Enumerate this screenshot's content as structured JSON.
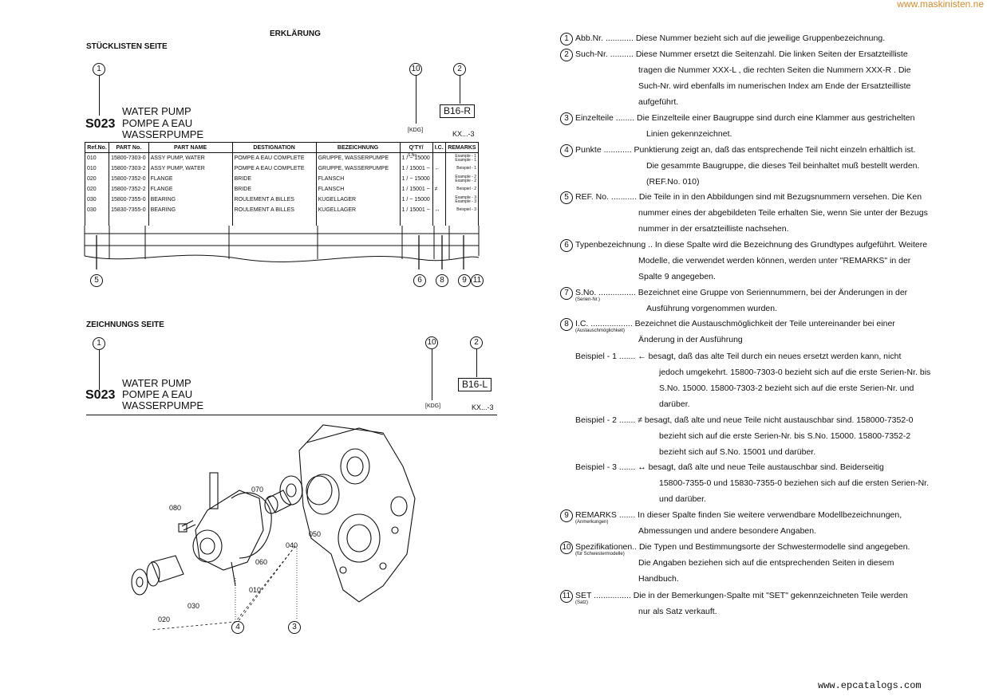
{
  "watermark_top": "www.maskinisten.ne",
  "watermark_bottom": "www.epcatalogs.com",
  "left": {
    "heading": "ERKLÄRUNG",
    "parts_section": "STÜCKLISTEN SEITE",
    "drawing_section": "ZEICHNUNGS SEITE",
    "block1": {
      "code": "S023",
      "names": [
        "WATER PUMP",
        "POMPE A EAU",
        "WASSERPUMPE"
      ],
      "page_label": "B16-R",
      "kdg": "[KDG]",
      "kx": "KX...-3"
    },
    "block2": {
      "code": "S023",
      "names": [
        "WATER PUMP",
        "POMPE A EAU",
        "WASSERPUMPE"
      ],
      "page_label": "B16-L",
      "kdg": "[KDG]",
      "kx": "KX...-3"
    },
    "table": {
      "headers": [
        "Ref.No.",
        "PART No.",
        "PART NAME",
        "DESTIGNATION",
        "BEZEICHNUNG",
        "Q'TY/",
        "I.C.",
        "REMARKS"
      ],
      "sno_label": "S.No.",
      "rows": [
        {
          "ref": "010",
          "part": "15800-7303-0",
          "name": "ASSY PUMP, WATER",
          "fr": "POMPE A EAU COMPLETE",
          "de": "GRUPPE, WASSERPUMPE",
          "qty": "1 / ~ 15000",
          "ic": "",
          "rem": [
            "Example - 1",
            "Example - 1"
          ]
        },
        {
          "ref": "010",
          "part": "15800-7303-2",
          "name": "ASSY PUMP, WATER",
          "fr": "POMPE A EAU COMPLETE",
          "de": "GRUPPE, WASSERPUMPE",
          "qty": "1 / 15001 ~",
          "ic": "←",
          "rem": [
            "Beispiel - 1"
          ]
        },
        {
          "ref": "020",
          "part": "15800-7352-0",
          "name": "FLANGE",
          "fr": "BRIDE",
          "de": "FLANSCH",
          "qty": "1 / ~ 15000",
          "ic": "",
          "rem": [
            "Example - 2",
            "Example - 2"
          ]
        },
        {
          "ref": "020",
          "part": "15800-7352-2",
          "name": "FLANGE",
          "fr": "BRIDE",
          "de": "FLANSCH",
          "qty": "1 / 15001 ~",
          "ic": "≠",
          "rem": [
            "Beispiel - 2"
          ]
        },
        {
          "ref": "030",
          "part": "15800-7355-0",
          "name": "BEARING",
          "fr": "ROULEMENT A BILLES",
          "de": "KUGELLAGER",
          "qty": "1 / ~ 15000",
          "ic": "",
          "rem": [
            "Example - 3",
            "Example - 3"
          ]
        },
        {
          "ref": "030",
          "part": "15830-7355-0",
          "name": "BEARING",
          "fr": "ROULEMENT A BILLES",
          "de": "KUGELLAGER",
          "qty": "1 / 15001 ~",
          "ic": "↔",
          "rem": [
            "Beispiel - 3"
          ]
        }
      ]
    },
    "callouts": {
      "c1": "1",
      "c2": "2",
      "c3": "3",
      "c4": "4",
      "c5": "5",
      "c6": "6",
      "c8": "8",
      "c9": "9",
      "c10": "10",
      "c11": "11"
    },
    "drawing_labels": [
      "070",
      "080",
      "050",
      "040",
      "060",
      "010",
      "030",
      "020"
    ]
  },
  "right": {
    "items": [
      {
        "num": "1",
        "lines": [
          "Abb.Nr. ............ Diese Nummer bezieht sich auf die jeweilige Gruppenbezeichnung."
        ]
      },
      {
        "num": "2",
        "lines": [
          "Such-Nr. .......... Diese Nummer ersetzt die Seitenzahl. Die linken Seiten der Ersatzteilliste",
          "tragen die Nummer XXX-L , die rechten Seiten die Nummern XXX-R . Die",
          "Such-Nr. wird ebenfalls im numerischen Index am Ende der Ersatzteilliste",
          "aufgeführt."
        ]
      },
      {
        "num": "3",
        "lines": [
          "Einzelteile ........ Die Einzelteile einer Baugruppe sind durch eine Klammer aus gestrichelten",
          "Linien gekennzeichnet."
        ]
      },
      {
        "num": "4",
        "lines": [
          "Punkte ............ Punktierung zeigt an, daß das entsprechende Teil nicht einzeln erhältlich ist.",
          "Die gesammte Baugruppe, die dieses Teil beinhaltet muß bestellt werden.",
          "(REF.No. 010)"
        ]
      },
      {
        "num": "5",
        "lines": [
          "REF. No. ........... Die Teile in in den Abbildungen sind mit Bezugsnummern versehen. Die Ken",
          "nummer eines der abgebildeten Teile erhalten Sie, wenn Sie unter der Bezugs",
          "nummer in der ersatzteilliste nachsehen."
        ]
      },
      {
        "num": "6",
        "lines": [
          "Typenbezeichnung .. In diese Spalte wird die Bezeichnung des Grundtypes aufgeführt. Weitere",
          "Modelle, die verwendet werden können, werden unter \"REMARKS\" in der",
          "Spalte 9 angegeben."
        ]
      },
      {
        "num": "7",
        "lines": [
          "S.No. ................ Bezeichnet eine Gruppe von Seriennummern, bei der Änderungen in der",
          "Ausführung vorgenommen wurden."
        ],
        "sub": "(Serien-Nr.)"
      },
      {
        "num": "8",
        "lines": [
          "I.C. .................. Bezeichnet die Austauschmöglichkeit der Teile untereinander bei einer",
          "Änderung in der Ausführung"
        ],
        "sub": "(Austauschmöglichkeit)"
      },
      {
        "num": "",
        "lines": [
          "Beispiel - 1 ....... ← besagt, daß das alte Teil durch ein neues ersetzt werden kann, nicht",
          "jedoch umgekehrt. 15800-7303-0 bezieht sich auf die erste Serien-Nr. bis",
          "S.No. 15000. 15800-7303-2 bezieht sich auf die erste Serien-Nr. und",
          "darüber."
        ]
      },
      {
        "num": "",
        "lines": [
          "Beispiel - 2 ....... ≠ besagt, daß alte und neue Teile nicht austauschbar sind. 158000-7352-0",
          "bezieht sich auf die erste Serien-Nr. bis S.No. 15000. 15800-7352-2",
          "bezieht sich auf S.No. 15001 und darüber."
        ]
      },
      {
        "num": "",
        "lines": [
          "Beispiel - 3 ....... ↔ besagt, daß alte und neue Teile austauschbar sind. Beiderseitig",
          "15800-7355-0 und 15830-7355-0 beziehen sich auf die ersten Serien-Nr.",
          "und darüber."
        ]
      },
      {
        "num": "9",
        "lines": [
          "REMARKS ....... In dieser Spalte finden Sie weitere verwendbare Modellbezeichnungen,",
          "Abmessungen und andere besondere Angaben."
        ],
        "sub": "(Anmerkungen)"
      },
      {
        "num": "10",
        "lines": [
          "Spezifikationen.. Die Typen und Bestimmungsorte der Schwestermodelle sind angegeben.",
          "Die Angaben beziehen sich auf die entsprechenden Seiten in diesem",
          "Handbuch."
        ],
        "sub": "(für Schwestermodelle)"
      },
      {
        "num": "11",
        "lines": [
          "SET ................ Die in der Bemerkungen-Spalte mit \"SET\" gekennzeichneten Teile werden",
          "nur als Satz verkauft."
        ],
        "sub": "(Satz)"
      }
    ]
  }
}
